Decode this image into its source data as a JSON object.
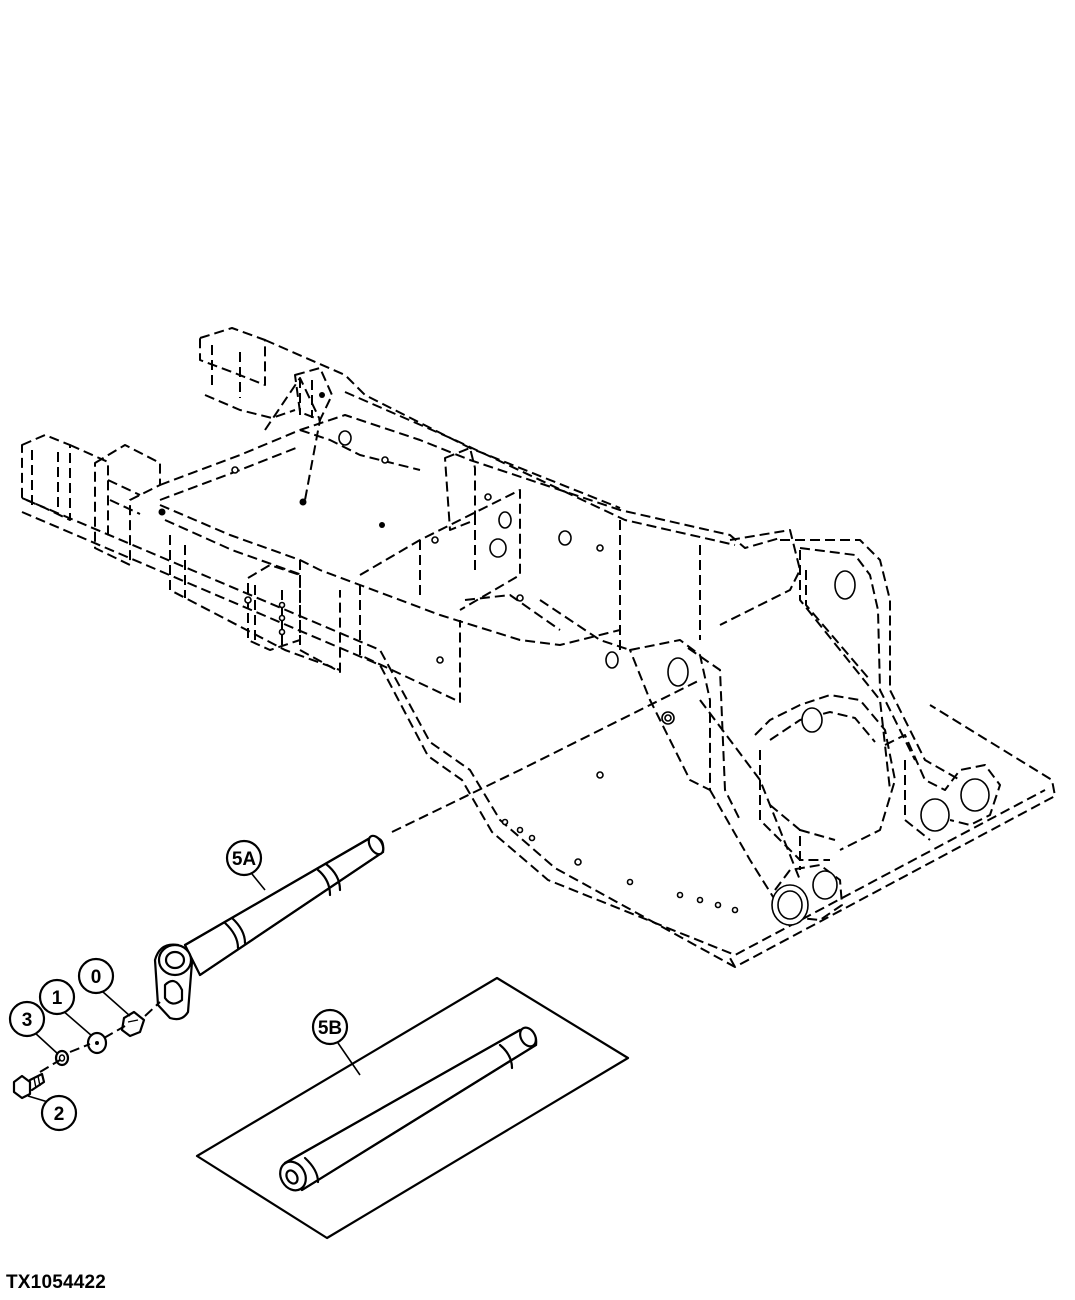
{
  "figure_id": "TX1054422",
  "callouts": {
    "c0": "0",
    "c1": "1",
    "c2": "2",
    "c3": "3",
    "c5a": "5A",
    "c5b": "5B"
  },
  "colors": {
    "line": "#000000",
    "background": "#ffffff"
  }
}
